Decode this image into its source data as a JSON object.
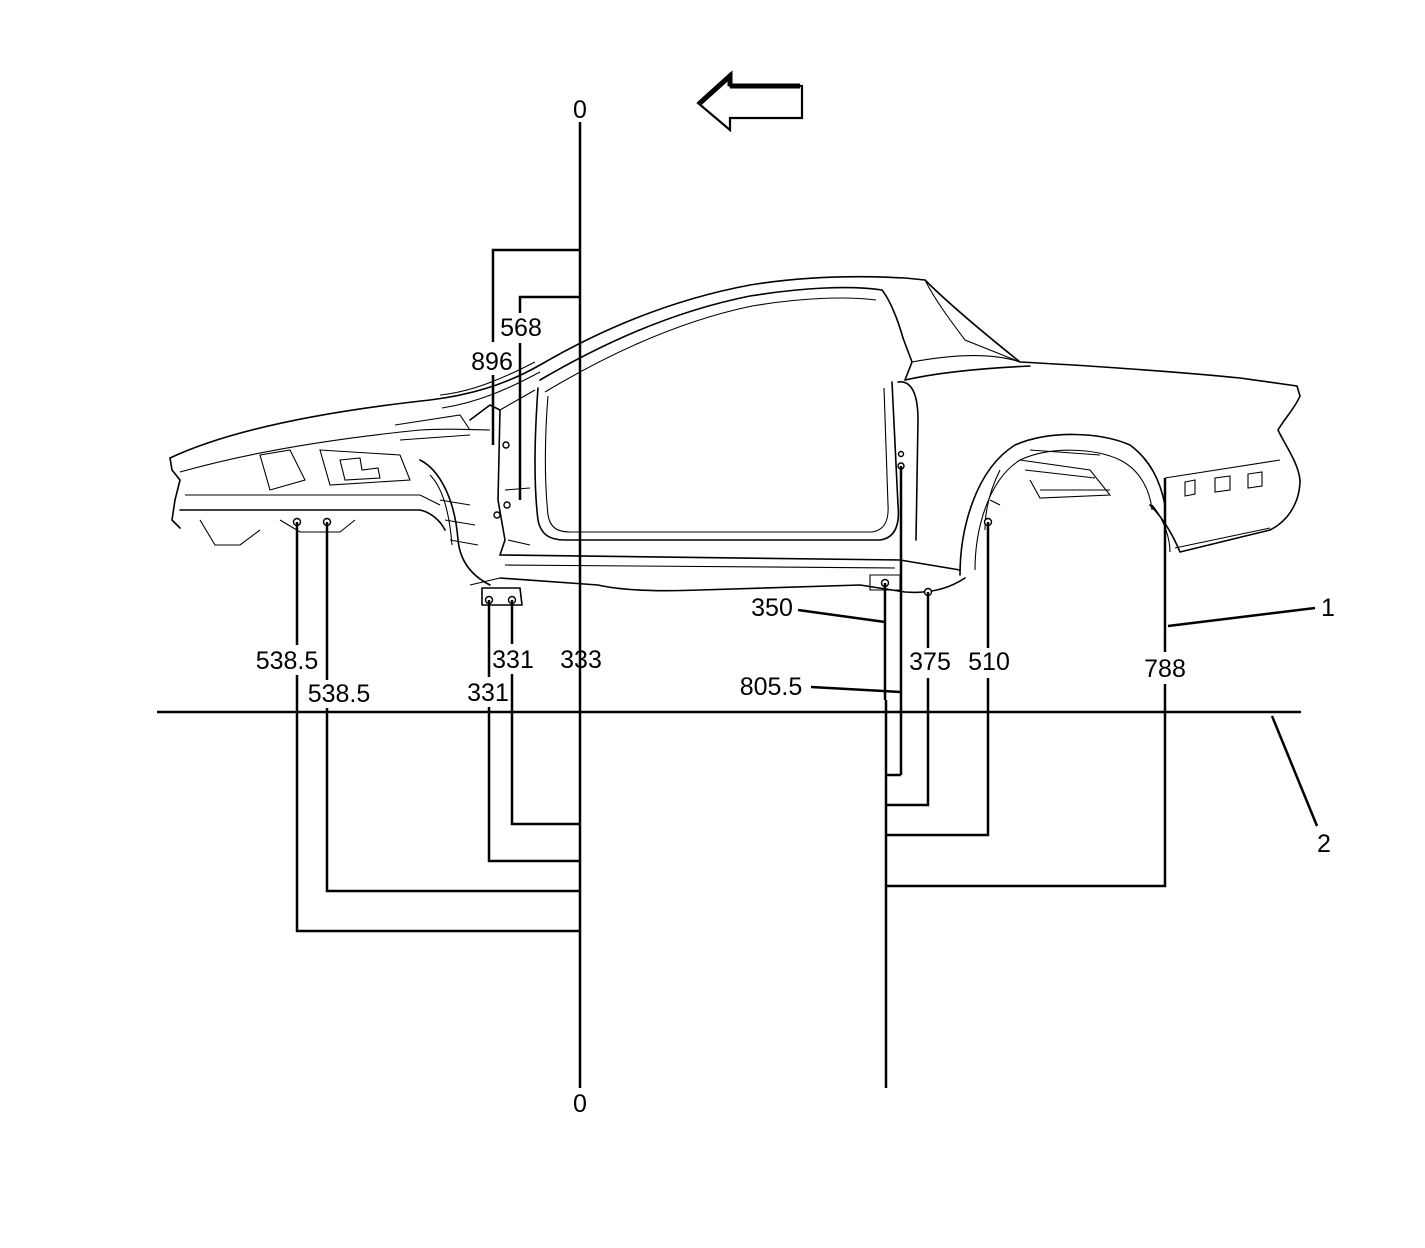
{
  "reference_labels": {
    "datum_top": "0",
    "datum_bottom": "0",
    "callout_body": "1",
    "callout_baseline": "2"
  },
  "dimensions": {
    "d896": "896",
    "d568": "568",
    "d538_5_outer": "538.5",
    "d538_5_inner": "538.5",
    "d331_inner": "331",
    "d331_outer": "331",
    "d333": "333",
    "d350": "350",
    "d805_5": "805.5",
    "d375": "375",
    "d510": "510",
    "d788": "788"
  },
  "direction_arrow": {
    "icon": "front-direction-arrow-icon",
    "points": "left"
  },
  "colors": {
    "ink": "#000000",
    "background": "#ffffff"
  }
}
